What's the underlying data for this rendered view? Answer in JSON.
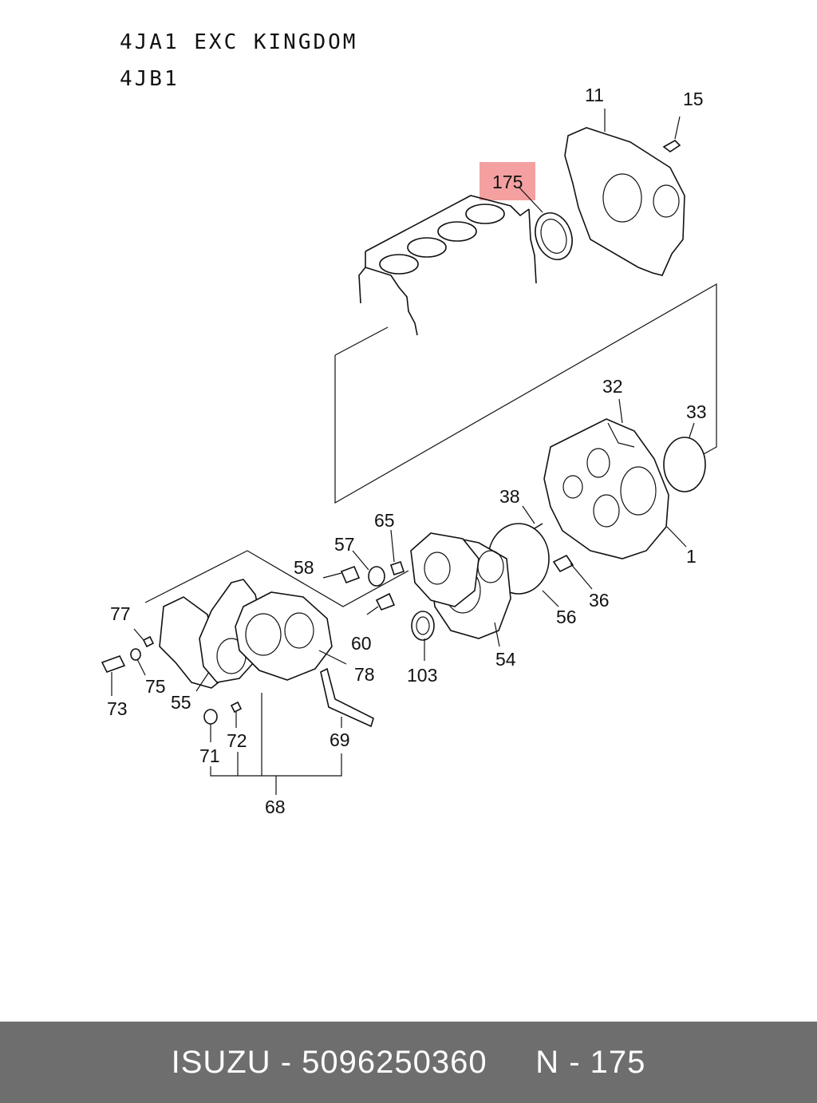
{
  "header": {
    "line1": "4JA1 EXC KINGDOM",
    "line2": "4JB1"
  },
  "callouts": [
    {
      "id": "c11",
      "label": "11"
    },
    {
      "id": "c15",
      "label": "15"
    },
    {
      "id": "c175",
      "label": "175",
      "highlighted": true
    },
    {
      "id": "c32",
      "label": "32"
    },
    {
      "id": "c33",
      "label": "33"
    },
    {
      "id": "c1",
      "label": "1"
    },
    {
      "id": "c38",
      "label": "38"
    },
    {
      "id": "c36",
      "label": "36"
    },
    {
      "id": "c56",
      "label": "56"
    },
    {
      "id": "c65",
      "label": "65"
    },
    {
      "id": "c57",
      "label": "57"
    },
    {
      "id": "c58",
      "label": "58"
    },
    {
      "id": "c60",
      "label": "60"
    },
    {
      "id": "c103",
      "label": "103"
    },
    {
      "id": "c54",
      "label": "54"
    },
    {
      "id": "c77",
      "label": "77"
    },
    {
      "id": "c75",
      "label": "75"
    },
    {
      "id": "c73",
      "label": "73"
    },
    {
      "id": "c55",
      "label": "55"
    },
    {
      "id": "c78",
      "label": "78"
    },
    {
      "id": "c69",
      "label": "69"
    },
    {
      "id": "c71",
      "label": "71"
    },
    {
      "id": "c72",
      "label": "72"
    },
    {
      "id": "c68",
      "label": "68"
    }
  ],
  "colors": {
    "highlight": "#f4a0a0",
    "footer_bg": "#6e6e6e",
    "footer_text": "#ffffff"
  },
  "footer": {
    "text": "ISUZU - 5096250360     N - 175"
  }
}
